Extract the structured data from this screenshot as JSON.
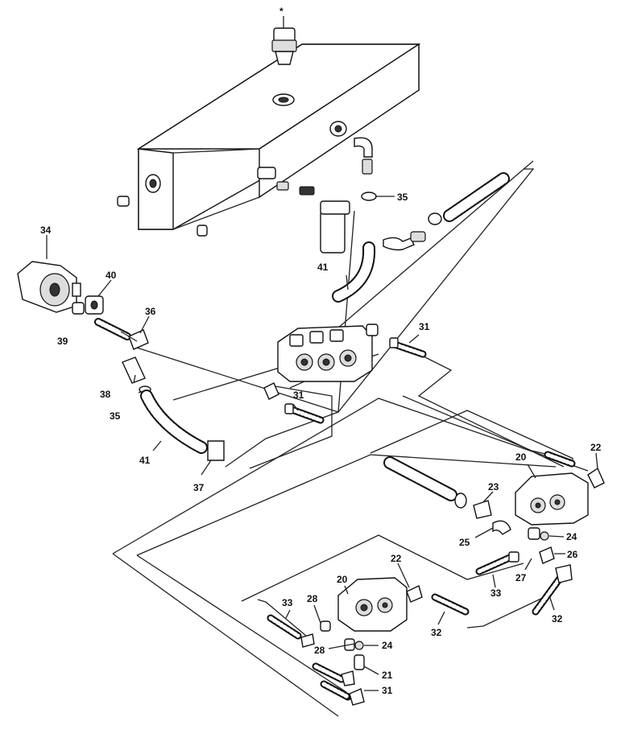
{
  "callouts": {
    "star": "*",
    "p20a": "20",
    "p20b": "20",
    "p21": "21",
    "p22a": "22",
    "p22b": "22",
    "p23": "23",
    "p24a": "24",
    "p24b": "24",
    "p25": "25",
    "p26": "26",
    "p27": "27",
    "p28a": "28",
    "p28b": "28",
    "p31a": "31",
    "p31b": "31",
    "p31c": "31",
    "p32a": "32",
    "p32b": "32",
    "p33a": "33",
    "p33b": "33",
    "p34": "34",
    "p35a": "35",
    "p35b": "35",
    "p36": "36",
    "p37": "37",
    "p38": "38",
    "p39": "39",
    "p40": "40",
    "p41a": "41",
    "p41b": "41"
  }
}
